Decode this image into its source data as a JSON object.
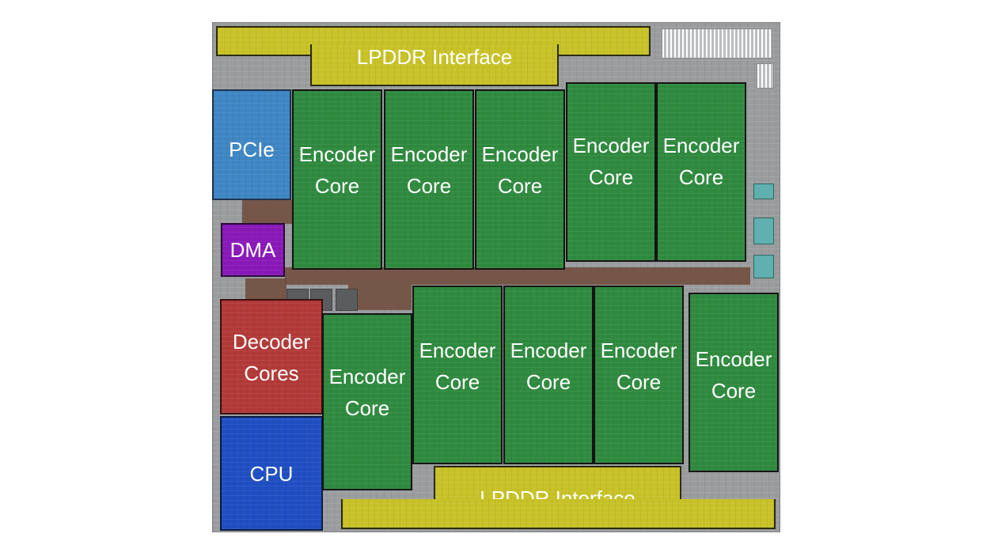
{
  "blocks": {
    "lpddr_top": "LPDDR Interface",
    "lpddr_bottom": "LPDDR Interface",
    "pcie": "PCIe",
    "dma": "DMA",
    "decoder_line1": "Decoder",
    "decoder_line2": "Cores",
    "cpu": "CPU",
    "encoder_line1": "Encoder",
    "encoder_line2": "Core"
  },
  "colors": {
    "encoder": "#2f8a3f",
    "lpddr": "#c8c228",
    "pcie": "#3f86c4",
    "dma": "#8a19b9",
    "decoder": "#b23a38",
    "cpu": "#1f4fc2",
    "die": "#9a9c9e"
  }
}
